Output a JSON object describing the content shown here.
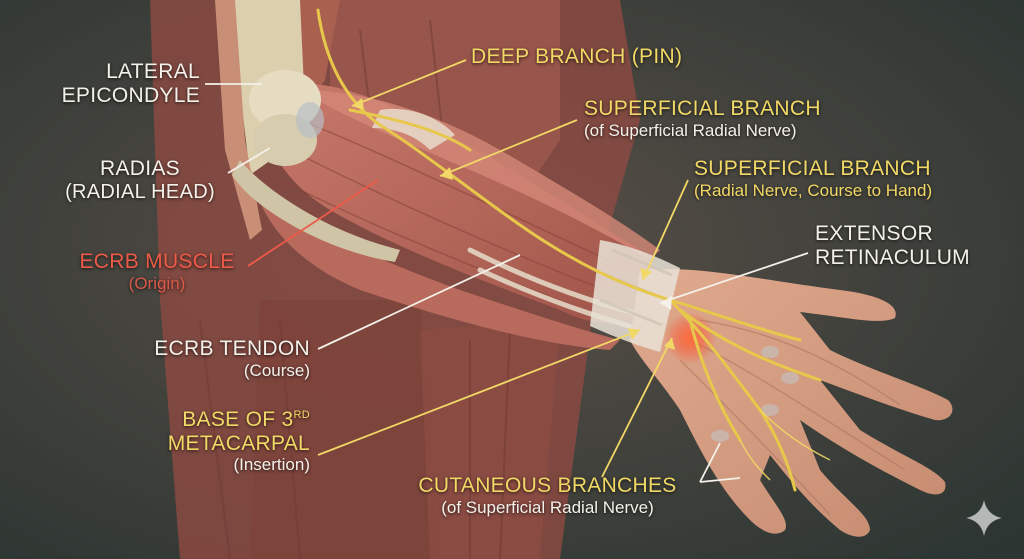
{
  "colors": {
    "background": "#2f3a36",
    "white_label": "#f4f1ea",
    "yellow_label": "#f2d866",
    "red_label": "#ee5a48",
    "nerve": "#e7c84a",
    "muscle": "#b8685c",
    "bone": "#dcd2b8",
    "skin": "#d49a80"
  },
  "labels": {
    "lateral_epicondyle": {
      "line1": "LATERAL",
      "line2": "EPICONDYLE"
    },
    "radias": {
      "title": "RADIAS",
      "sub": "(RADIAL HEAD)"
    },
    "ecrb_muscle": {
      "title": "ECRB MUSCLE",
      "sub": "(Origin)"
    },
    "ecrb_tendon": {
      "title": "ECRB TENDON",
      "sub": "(Course)"
    },
    "base_metacarpal": {
      "line1_prefix": "BASE OF 3",
      "line1_sup": "RD",
      "line2": "METACARPAL",
      "sub": "(Insertion)"
    },
    "deep_branch": {
      "title": "DEEP BRANCH (PIN)"
    },
    "superficial_branch_1": {
      "title": "SUPERFICIAL BRANCH",
      "sub": "(of Superficial Radial Nerve)"
    },
    "superficial_branch_2": {
      "title": "SUPERFICIAL BRANCH",
      "sub": "(Radial Nerve, Course to Hand)"
    },
    "extensor_retinaculum": {
      "line1": "EXTENSOR",
      "line2": "RETINACULUM"
    },
    "cutaneous_branches": {
      "title": "CUTANEOUS BRANCHES",
      "sub": "(of Superficial Radial Nerve)"
    }
  },
  "icons": {
    "corner": "sparkle-icon"
  }
}
